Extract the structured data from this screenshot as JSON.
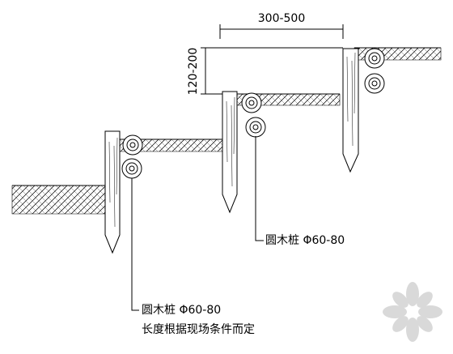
{
  "dimensions": {
    "width_label": "300-500",
    "height_label": "120-200"
  },
  "callouts": {
    "upper": {
      "text": "圆木桩 Φ60-80"
    },
    "lower": {
      "line1": "圆木桩 Φ60-80",
      "line2": "长度根据现场条件而定"
    }
  },
  "watermark": {
    "icon": "flower-watermark-icon"
  },
  "colors": {
    "ink": "#000000",
    "watermark": "#d9d9d9"
  }
}
